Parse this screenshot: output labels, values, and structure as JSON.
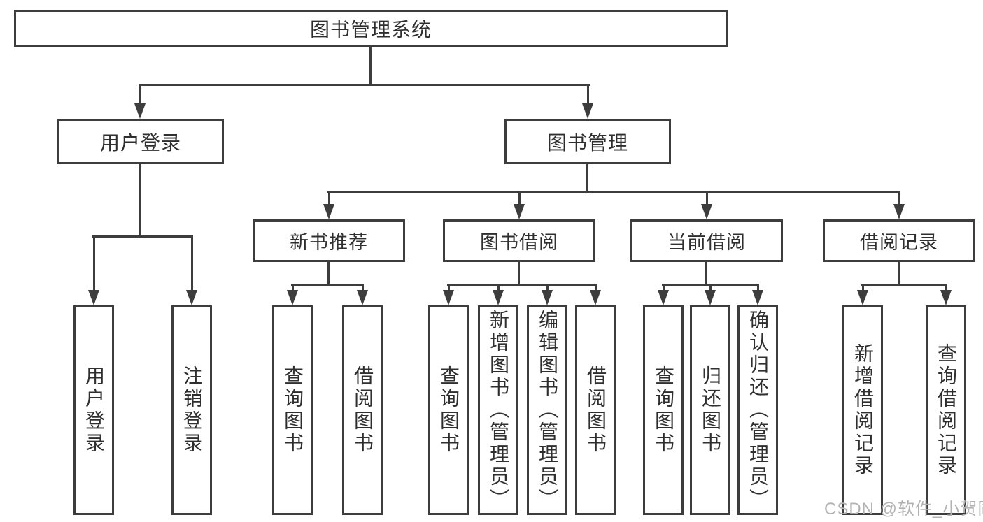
{
  "title": "图书管理系统",
  "branches": {
    "user_login": {
      "label": "用户登录",
      "children": [
        "用户登录",
        "注销登录"
      ]
    },
    "book_management": {
      "label": "图书管理",
      "sections": {
        "new_book_recommend": {
          "label": "新书推荐",
          "children": [
            "查询图书",
            "借阅图书"
          ]
        },
        "book_borrow": {
          "label": "图书借阅",
          "children": [
            "查询图书",
            "新增图书（管理员）",
            "编辑图书（管理员）",
            "借阅图书"
          ]
        },
        "current_borrow": {
          "label": "当前借阅",
          "children": [
            "查询图书",
            "归还图书",
            "确认归还（管理员）"
          ]
        },
        "borrow_record": {
          "label": "借阅记录",
          "children": [
            "新增借阅记录",
            "查询借阅记录"
          ]
        }
      }
    }
  },
  "watermark": "CSDN @软件_小贺同学",
  "colors": {
    "line": "#3d3d3d",
    "text": "#2f2f2f",
    "background": "#ffffff",
    "watermark": "#b3b3b3"
  }
}
